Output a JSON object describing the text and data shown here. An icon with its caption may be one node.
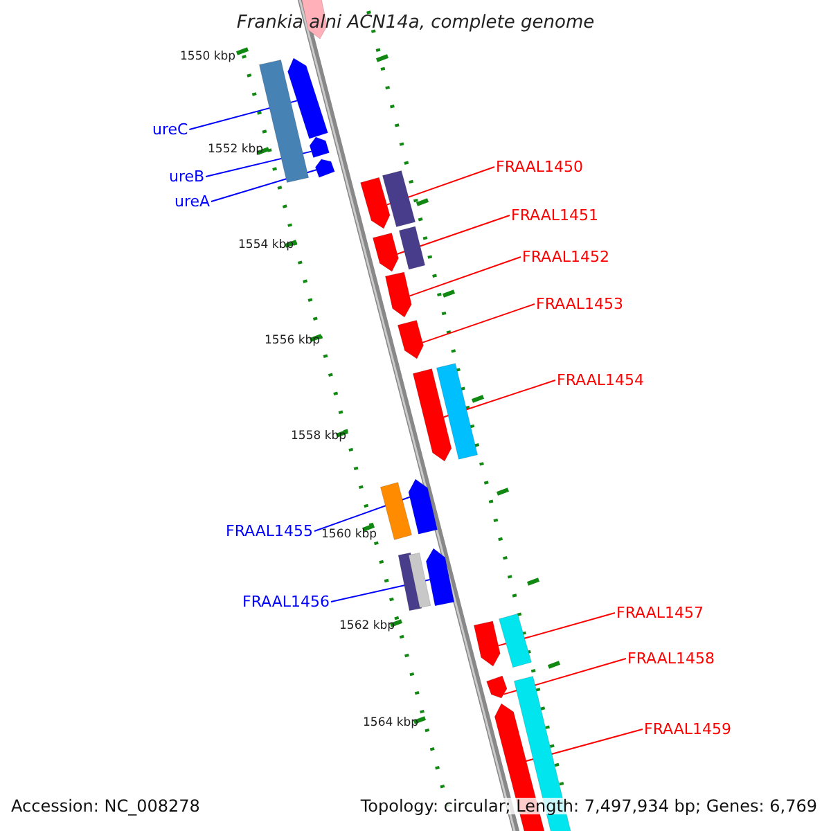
{
  "diagram": {
    "title": "Frankia alni ACN14a, complete genome",
    "nodes": [
      {
        "text": [
          "ureC"
        ]
      },
      {
        "text": [
          "ureB"
        ]
      },
      {
        "text": [
          "ureA"
        ]
      },
      {
        "text": [
          "FRAAL1450"
        ]
      },
      {
        "text": [
          "FRAAL1451"
        ]
      },
      {
        "text": [
          "FRAAL1452"
        ]
      },
      {
        "text": [
          "FRAAL1453"
        ]
      },
      {
        "text": [
          "FRAAL1454"
        ]
      },
      {
        "text": [
          "FRAAL1455"
        ]
      },
      {
        "text": [
          "FRAAL1456"
        ]
      },
      {
        "text": [
          "FRAAL1457"
        ]
      },
      {
        "text": [
          "FRAAL1458"
        ]
      },
      {
        "text": [
          "FRAAL1459"
        ]
      },
      {
        "text": [],
        "shape": "arrow"
      },
      {
        "text": [],
        "shape": "bar"
      },
      {
        "text": [],
        "shape": "arrow"
      },
      {
        "text": [],
        "shape": "arrow"
      },
      {
        "text": [],
        "shape": "arrow"
      },
      {
        "text": [],
        "shape": "arrow"
      },
      {
        "text": [],
        "shape": "bar"
      },
      {
        "text": [],
        "shape": "arrow"
      },
      {
        "text": [],
        "shape": "bar"
      },
      {
        "text": [],
        "shape": "arrow"
      },
      {
        "text": [],
        "shape": "arrow"
      },
      {
        "text": [],
        "shape": "arrow"
      },
      {
        "text": [],
        "shape": "bar"
      },
      {
        "text": [],
        "shape": "bar"
      },
      {
        "text": [],
        "shape": "arrow"
      },
      {
        "text": [],
        "shape": "bar"
      },
      {
        "text": [],
        "shape": "bar"
      },
      {
        "text": [],
        "shape": "arrow"
      },
      {
        "text": [],
        "shape": "arrow"
      },
      {
        "text": [],
        "shape": "bar"
      },
      {
        "text": [],
        "shape": "arrow"
      },
      {
        "text": [],
        "shape": "arrow"
      },
      {
        "text": [],
        "shape": "bar"
      }
    ],
    "edges": [
      {
        "from": 0,
        "to": 15,
        "arrow": "none",
        "color": "#0000ff"
      },
      {
        "from": 1,
        "to": 16,
        "arrow": "none",
        "color": "#0000ff"
      },
      {
        "from": 2,
        "to": 17,
        "arrow": "none",
        "color": "#0000ff"
      },
      {
        "from": 3,
        "to": 18,
        "arrow": "none"
      },
      {
        "from": 4,
        "to": 20,
        "arrow": "none"
      },
      {
        "from": 5,
        "to": 22,
        "arrow": "none"
      },
      {
        "from": 6,
        "to": 23,
        "arrow": "none"
      },
      {
        "from": 7,
        "to": 24,
        "arrow": "none"
      },
      {
        "from": 8,
        "to": 27,
        "arrow": "none",
        "color": "#0000ff"
      },
      {
        "from": 9,
        "to": 30,
        "arrow": "none",
        "color": "#0000ff"
      },
      {
        "from": 10,
        "to": 31,
        "arrow": "none"
      },
      {
        "from": 11,
        "to": 33,
        "arrow": "none"
      },
      {
        "from": 12,
        "to": 34,
        "arrow": "none"
      }
    ],
    "labels": [
      "1550 kbp",
      "1552 kbp",
      "1554 kbp",
      "1556 kbp",
      "1558 kbp",
      "1560 kbp",
      "1562 kbp",
      "1564 kbp",
      "Accession: NC_008278",
      "Topology: circular; Length: 7,497,934 bp; Genes: 6,769"
    ]
  }
}
